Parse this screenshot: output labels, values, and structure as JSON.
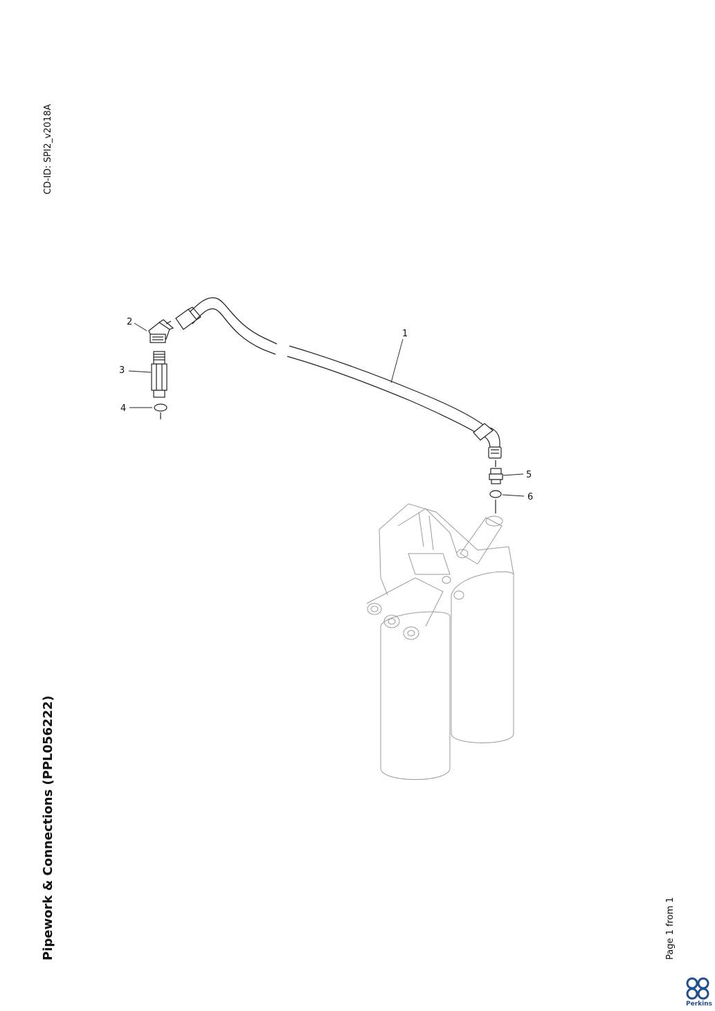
{
  "document": {
    "cd_id": "CD-ID: SPI2_v2018A",
    "title": "Pipework & Connections (PPL056222)",
    "page_footer": "Page 1 from 1",
    "brand": "Perkins",
    "brand_color": "#1f4f8f"
  },
  "diagram": {
    "callouts": [
      {
        "number": "1",
        "part": "pipe"
      },
      {
        "number": "2",
        "part": "elbow-connector"
      },
      {
        "number": "3",
        "part": "adapter"
      },
      {
        "number": "4",
        "part": "seal-ring"
      },
      {
        "number": "5",
        "part": "connector"
      },
      {
        "number": "6",
        "part": "seal-ring"
      }
    ]
  }
}
